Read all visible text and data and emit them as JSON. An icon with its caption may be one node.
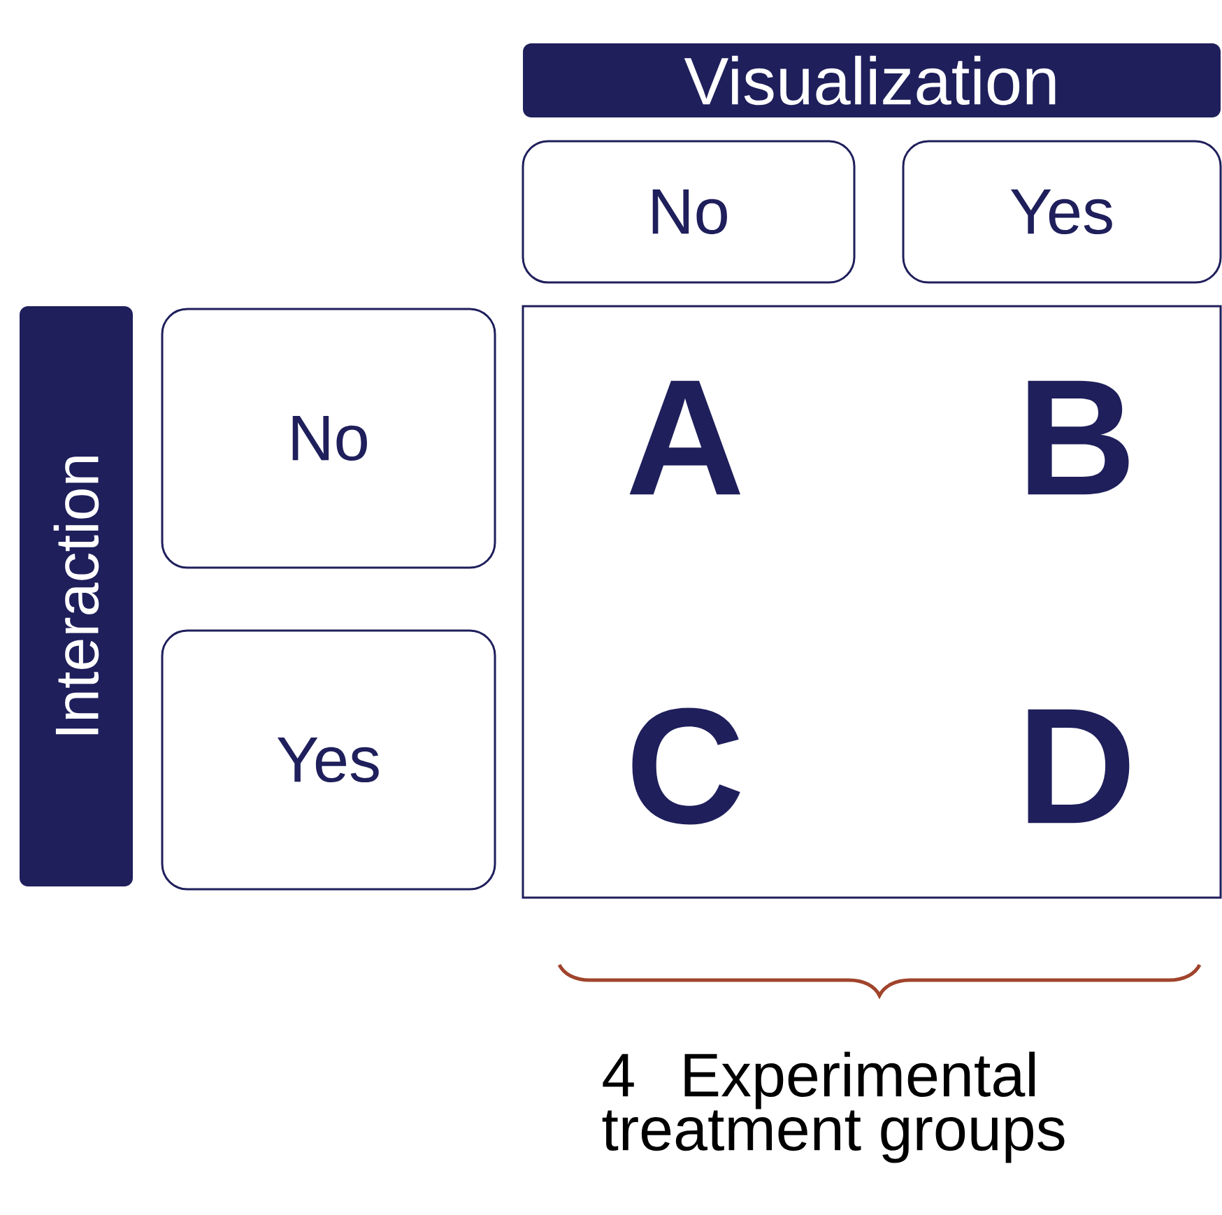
{
  "diagram": {
    "nodes": [
      {
        "text": [
          "Visualization"
        ]
      },
      {
        "text": [
          "No"
        ]
      },
      {
        "text": [
          "Yes"
        ]
      },
      {
        "text": [
          "Interaction"
        ]
      },
      {
        "text": [
          "No"
        ]
      },
      {
        "text": [
          "Yes"
        ]
      },
      {
        "text": [
          "A",
          "B",
          "C",
          "D"
        ]
      }
    ],
    "edges": [],
    "labels": [
      "4 Experimental treatment groups"
    ]
  }
}
